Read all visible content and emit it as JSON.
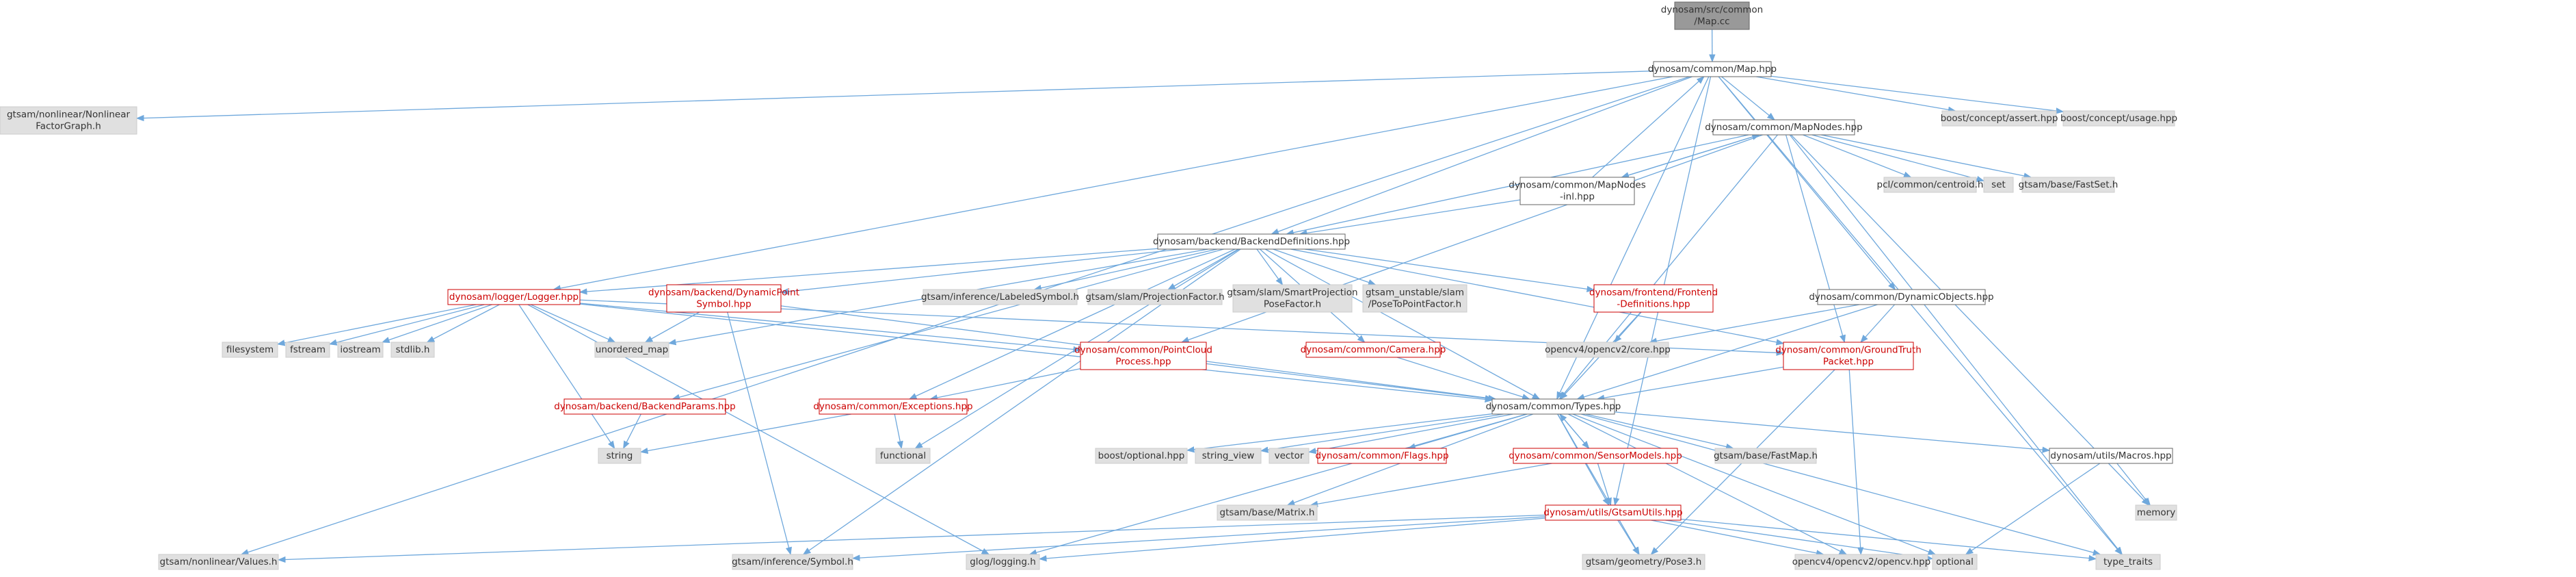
{
  "diagram": {
    "type": "include-dependency-graph",
    "colors": {
      "edge": "#6fa8dc",
      "root_fill": "#999999",
      "root_border": "#666666",
      "normal_fill": "#ffffff",
      "normal_border": "#666666",
      "red_fill": "#ffffff",
      "red_border": "#cc0000",
      "red_text": "#cc0000",
      "grey_fill": "#e0e0e0",
      "grey_border": "#cccccc",
      "text": "#333333"
    },
    "nodes": [
      {
        "id": "root",
        "style": "root",
        "lines": [
          "dynosam/src/common",
          "/Map.cc"
        ]
      },
      {
        "id": "maphpp",
        "style": "normal",
        "lines": [
          "dynosam/common/Map.hpp"
        ]
      },
      {
        "id": "nlfg",
        "style": "grey",
        "lines": [
          "gtsam/nonlinear/Nonlinear",
          "FactorGraph.h"
        ]
      },
      {
        "id": "bassert",
        "style": "grey",
        "lines": [
          "boost/concept/assert.hpp"
        ]
      },
      {
        "id": "busage",
        "style": "grey",
        "lines": [
          "boost/concept/usage.hpp"
        ]
      },
      {
        "id": "mapnodes",
        "style": "normal",
        "lines": [
          "dynosam/common/MapNodes.hpp"
        ]
      },
      {
        "id": "mapnodesinl",
        "style": "normal",
        "lines": [
          "dynosam/common/MapNodes",
          "-inl.hpp"
        ]
      },
      {
        "id": "pclcentroid",
        "style": "grey",
        "lines": [
          "pcl/common/centroid.h"
        ]
      },
      {
        "id": "set",
        "style": "grey",
        "lines": [
          "set"
        ]
      },
      {
        "id": "fastset",
        "style": "grey",
        "lines": [
          "gtsam/base/FastSet.h"
        ]
      },
      {
        "id": "backenddefs",
        "style": "normal",
        "lines": [
          "dynosam/backend/BackendDefinitions.hpp"
        ]
      },
      {
        "id": "logger",
        "style": "red",
        "lines": [
          "dynosam/logger/Logger.hpp"
        ]
      },
      {
        "id": "dynpoint",
        "style": "red",
        "lines": [
          "dynosam/backend/DynamicPoint",
          "Symbol.hpp"
        ]
      },
      {
        "id": "labeled",
        "style": "grey",
        "lines": [
          "gtsam/inference/LabeledSymbol.h"
        ]
      },
      {
        "id": "projfactor",
        "style": "grey",
        "lines": [
          "gtsam/slam/ProjectionFactor.h"
        ]
      },
      {
        "id": "smartproj",
        "style": "grey",
        "lines": [
          "gtsam/slam/SmartProjection",
          "PoseFactor.h"
        ]
      },
      {
        "id": "pose2point",
        "style": "grey",
        "lines": [
          "gtsam_unstable/slam",
          "/PoseToPointFactor.h"
        ]
      },
      {
        "id": "frontenddefs",
        "style": "red",
        "lines": [
          "dynosam/frontend/Frontend",
          "-Definitions.hpp"
        ]
      },
      {
        "id": "dynobjects",
        "style": "normal",
        "lines": [
          "dynosam/common/DynamicObjects.hpp"
        ]
      },
      {
        "id": "filesystem",
        "style": "grey",
        "lines": [
          "filesystem"
        ]
      },
      {
        "id": "fstream",
        "style": "grey",
        "lines": [
          "fstream"
        ]
      },
      {
        "id": "iostream",
        "style": "grey",
        "lines": [
          "iostream"
        ]
      },
      {
        "id": "stdlib",
        "style": "grey",
        "lines": [
          "stdlib.h"
        ]
      },
      {
        "id": "unordered",
        "style": "grey",
        "lines": [
          "unordered_map"
        ]
      },
      {
        "id": "pointcloud",
        "style": "red",
        "lines": [
          "dynosam/common/PointCloud",
          "Process.hpp"
        ]
      },
      {
        "id": "camera",
        "style": "red",
        "lines": [
          "dynosam/common/Camera.hpp"
        ]
      },
      {
        "id": "cvcore",
        "style": "grey",
        "lines": [
          "opencv4/opencv2/core.hpp"
        ]
      },
      {
        "id": "groundtruth",
        "style": "red",
        "lines": [
          "dynosam/common/GroundTruth",
          "Packet.hpp"
        ]
      },
      {
        "id": "backendparams",
        "style": "red",
        "lines": [
          "dynosam/backend/BackendParams.hpp"
        ]
      },
      {
        "id": "exceptions",
        "style": "red",
        "lines": [
          "dynosam/common/Exceptions.hpp"
        ]
      },
      {
        "id": "types",
        "style": "normal",
        "lines": [
          "dynosam/common/Types.hpp"
        ]
      },
      {
        "id": "string",
        "style": "grey",
        "lines": [
          "string"
        ]
      },
      {
        "id": "functional",
        "style": "grey",
        "lines": [
          "functional"
        ]
      },
      {
        "id": "boptional",
        "style": "grey",
        "lines": [
          "boost/optional.hpp"
        ]
      },
      {
        "id": "stringview",
        "style": "grey",
        "lines": [
          "string_view"
        ]
      },
      {
        "id": "vector",
        "style": "grey",
        "lines": [
          "vector"
        ]
      },
      {
        "id": "flags",
        "style": "red",
        "lines": [
          "dynosam/common/Flags.hpp"
        ]
      },
      {
        "id": "sensormodels",
        "style": "red",
        "lines": [
          "dynosam/common/SensorModels.hpp"
        ]
      },
      {
        "id": "fastmap",
        "style": "grey",
        "lines": [
          "gtsam/base/FastMap.h"
        ]
      },
      {
        "id": "macros",
        "style": "normal",
        "lines": [
          "dynosam/utils/Macros.hpp"
        ]
      },
      {
        "id": "matrix",
        "style": "grey",
        "lines": [
          "gtsam/base/Matrix.h"
        ]
      },
      {
        "id": "gtsamutils",
        "style": "red",
        "lines": [
          "dynosam/utils/GtsamUtils.hpp"
        ]
      },
      {
        "id": "memory",
        "style": "grey",
        "lines": [
          "memory"
        ]
      },
      {
        "id": "values",
        "style": "grey",
        "lines": [
          "gtsam/nonlinear/Values.h"
        ]
      },
      {
        "id": "symbol",
        "style": "grey",
        "lines": [
          "gtsam/inference/Symbol.h"
        ]
      },
      {
        "id": "glog",
        "style": "grey",
        "lines": [
          "glog/logging.h"
        ]
      },
      {
        "id": "pose3",
        "style": "grey",
        "lines": [
          "gtsam/geometry/Pose3.h"
        ]
      },
      {
        "id": "opencv",
        "style": "grey",
        "lines": [
          "opencv4/opencv2/opencv.hpp"
        ]
      },
      {
        "id": "optional",
        "style": "grey",
        "lines": [
          "optional"
        ]
      },
      {
        "id": "typetraits",
        "style": "grey",
        "lines": [
          "type_traits"
        ]
      }
    ],
    "edges": [
      [
        "root",
        "maphpp"
      ],
      [
        "maphpp",
        "nlfg"
      ],
      [
        "maphpp",
        "bassert"
      ],
      [
        "maphpp",
        "busage"
      ],
      [
        "maphpp",
        "mapnodes"
      ],
      [
        "maphpp",
        "backenddefs"
      ],
      [
        "maphpp",
        "logger"
      ],
      [
        "maphpp",
        "dynobjects"
      ],
      [
        "maphpp",
        "types"
      ],
      [
        "maphpp",
        "values"
      ],
      [
        "maphpp",
        "typetraits"
      ],
      [
        "maphpp",
        "gtsamutils"
      ],
      [
        "mapnodes",
        "mapnodesinl"
      ],
      [
        "mapnodes",
        "pclcentroid"
      ],
      [
        "mapnodes",
        "set"
      ],
      [
        "mapnodes",
        "fastset"
      ],
      [
        "mapnodes",
        "backenddefs"
      ],
      [
        "mapnodes",
        "types"
      ],
      [
        "mapnodes",
        "pointcloud"
      ],
      [
        "mapnodes",
        "groundtruth"
      ],
      [
        "mapnodes",
        "memory"
      ],
      [
        "mapnodes",
        "typetraits"
      ],
      [
        "mapnodesinl",
        "maphpp"
      ],
      [
        "mapnodesinl",
        "mapnodes"
      ],
      [
        "mapnodesinl",
        "backenddefs"
      ],
      [
        "backenddefs",
        "logger"
      ],
      [
        "backenddefs",
        "dynpoint"
      ],
      [
        "backenddefs",
        "labeled"
      ],
      [
        "backenddefs",
        "projfactor"
      ],
      [
        "backenddefs",
        "smartproj"
      ],
      [
        "backenddefs",
        "pose2point"
      ],
      [
        "backenddefs",
        "frontenddefs"
      ],
      [
        "backenddefs",
        "unordered"
      ],
      [
        "backenddefs",
        "exceptions"
      ],
      [
        "backenddefs",
        "backendparams"
      ],
      [
        "backenddefs",
        "camera"
      ],
      [
        "backenddefs",
        "types"
      ],
      [
        "backenddefs",
        "functional"
      ],
      [
        "backenddefs",
        "symbol"
      ],
      [
        "backenddefs",
        "groundtruth"
      ],
      [
        "logger",
        "filesystem"
      ],
      [
        "logger",
        "fstream"
      ],
      [
        "logger",
        "iostream"
      ],
      [
        "logger",
        "stdlib"
      ],
      [
        "logger",
        "unordered"
      ],
      [
        "logger",
        "string"
      ],
      [
        "logger",
        "pointcloud"
      ],
      [
        "logger",
        "groundtruth"
      ],
      [
        "logger",
        "types"
      ],
      [
        "logger",
        "glog"
      ],
      [
        "dynpoint",
        "unordered"
      ],
      [
        "dynpoint",
        "types"
      ],
      [
        "dynpoint",
        "symbol"
      ],
      [
        "frontenddefs",
        "cvcore"
      ],
      [
        "frontenddefs",
        "types"
      ],
      [
        "dynobjects",
        "cvcore"
      ],
      [
        "dynobjects",
        "groundtruth"
      ],
      [
        "dynobjects",
        "types"
      ],
      [
        "pointcloud",
        "exceptions"
      ],
      [
        "pointcloud",
        "types"
      ],
      [
        "camera",
        "types"
      ],
      [
        "groundtruth",
        "types"
      ],
      [
        "groundtruth",
        "opencv"
      ],
      [
        "groundtruth",
        "pose3"
      ],
      [
        "backendparams",
        "string"
      ],
      [
        "exceptions",
        "string"
      ],
      [
        "exceptions",
        "functional"
      ],
      [
        "types",
        "boptional"
      ],
      [
        "types",
        "stringview"
      ],
      [
        "types",
        "vector"
      ],
      [
        "types",
        "flags"
      ],
      [
        "types",
        "sensormodels"
      ],
      [
        "types",
        "fastmap"
      ],
      [
        "types",
        "macros"
      ],
      [
        "types",
        "matrix"
      ],
      [
        "types",
        "glog"
      ],
      [
        "types",
        "pose3"
      ],
      [
        "types",
        "opencv"
      ],
      [
        "types",
        "optional"
      ],
      [
        "types",
        "typetraits"
      ],
      [
        "types",
        "gtsamutils"
      ],
      [
        "sensormodels",
        "types"
      ],
      [
        "sensormodels",
        "matrix"
      ],
      [
        "sensormodels",
        "gtsamutils"
      ],
      [
        "macros",
        "memory"
      ],
      [
        "macros",
        "optional"
      ],
      [
        "gtsamutils",
        "values"
      ],
      [
        "gtsamutils",
        "symbol"
      ],
      [
        "gtsamutils",
        "glog"
      ],
      [
        "gtsamutils",
        "pose3"
      ],
      [
        "gtsamutils",
        "opencv"
      ],
      [
        "gtsamutils",
        "optional"
      ],
      [
        "gtsamutils",
        "typetraits"
      ]
    ]
  }
}
